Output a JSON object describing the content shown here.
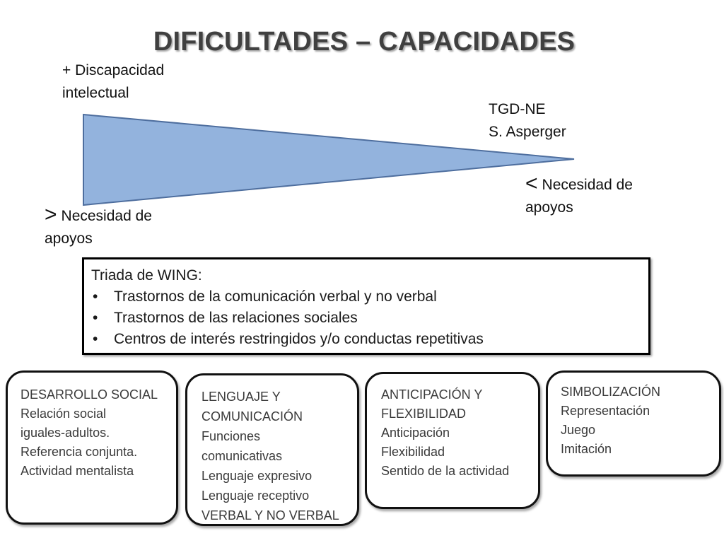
{
  "title": "DIFICULTADES – CAPACIDADES",
  "colors": {
    "wedge_fill": "#93b3dd",
    "wedge_stroke": "#4e6e9e"
  },
  "labels": {
    "left_top": [
      "+ Discapacidad",
      "intelectual"
    ],
    "right_top": [
      "TGD-NE",
      "S. Asperger"
    ],
    "right_support": {
      "symbol": "<",
      "lines": [
        "Necesidad de",
        "apoyos"
      ]
    },
    "left_support": {
      "symbol": ">",
      "lines": [
        "Necesidad de",
        "apoyos"
      ]
    }
  },
  "triad": {
    "heading": "Triada de WING:",
    "items": [
      "Trastornos de la comunicación verbal y no verbal",
      "Trastornos de las relaciones sociales",
      "Centros de interés restringidos y/o conductas repetitivas"
    ]
  },
  "boxes": [
    {
      "lines": [
        "DESARROLLO SOCIAL",
        "Relación social",
        "iguales-adultos.",
        "Referencia conjunta.",
        "Actividad mentalista"
      ]
    },
    {
      "lines": [
        "LENGUAJE Y",
        "COMUNICACIÓN",
        "Funciones",
        "comunicativas",
        "Lenguaje expresivo",
        "Lenguaje receptivo",
        "VERBAL Y NO VERBAL"
      ]
    },
    {
      "lines": [
        "ANTICIPACIÓN Y",
        "FLEXIBILIDAD",
        "Anticipación",
        "Flexibilidad",
        "Sentido de la actividad"
      ]
    },
    {
      "lines": [
        "SIMBOLIZACIÓN",
        "Representación",
        "Juego",
        "Imitación"
      ]
    }
  ]
}
